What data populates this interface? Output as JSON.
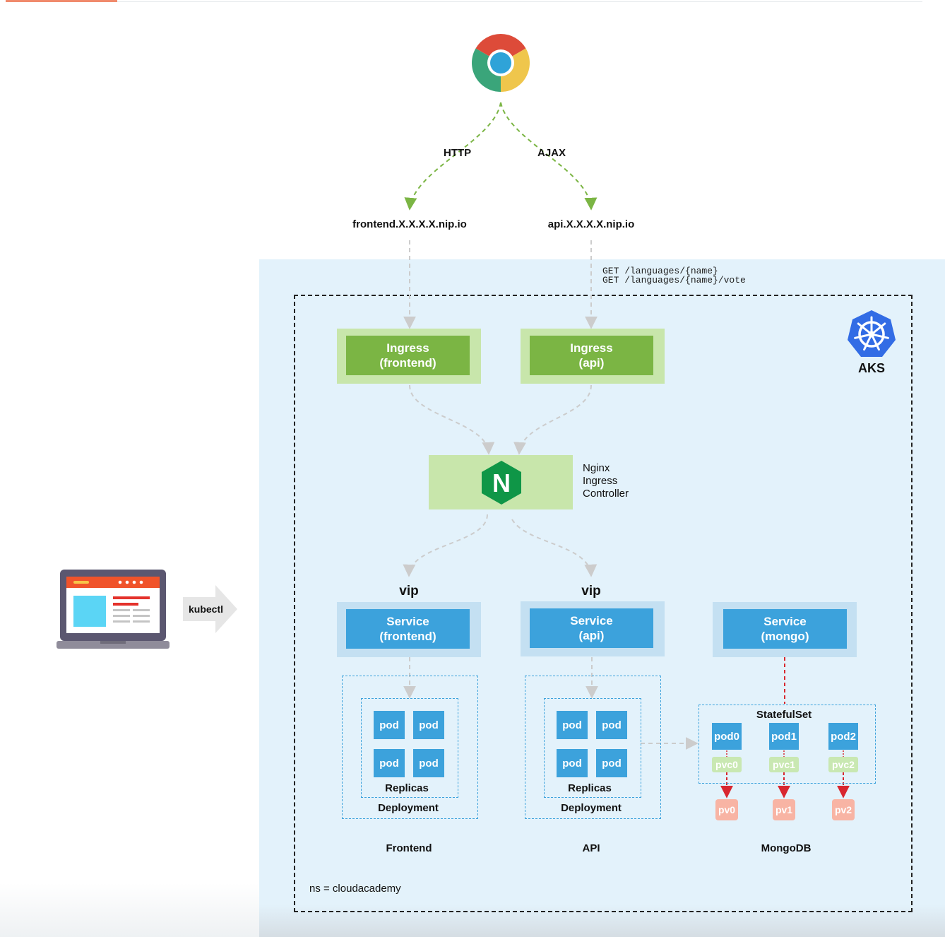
{
  "protocols": {
    "http": "HTTP",
    "ajax": "AJAX"
  },
  "hosts": {
    "frontend": "frontend.X.X.X.X.nip.io",
    "api": "api.X.X.X.X.nip.io"
  },
  "api_routes": [
    "GET /languages/{name}",
    "GET /languages/{name}/vote"
  ],
  "ingress": {
    "frontend": {
      "title": "Ingress",
      "sub": "(frontend)"
    },
    "api": {
      "title": "Ingress",
      "sub": "(api)"
    }
  },
  "aks": {
    "label": "AKS"
  },
  "nginx": {
    "letter": "N",
    "line1": "Nginx",
    "line2": "Ingress",
    "line3": "Controller"
  },
  "vip": {
    "frontend": "vip",
    "api": "vip"
  },
  "services": {
    "frontend": {
      "title": "Service",
      "sub": "(frontend)"
    },
    "api": {
      "title": "Service",
      "sub": "(api)"
    },
    "mongo": {
      "title": "Service",
      "sub": "(mongo)"
    }
  },
  "frontend_deploy": {
    "pods": [
      "pod",
      "pod",
      "pod",
      "pod"
    ],
    "replicas": "Replicas",
    "deployment": "Deployment"
  },
  "api_deploy": {
    "pods": [
      "pod",
      "pod",
      "pod",
      "pod"
    ],
    "replicas": "Replicas",
    "deployment": "Deployment"
  },
  "statefulset": {
    "label": "StatefulSet",
    "pods": [
      "pod0",
      "pod1",
      "pod2"
    ],
    "pvcs": [
      "pvc0",
      "pvc1",
      "pvc2"
    ],
    "pvs": [
      "pv0",
      "pv1",
      "pv2"
    ]
  },
  "sections": {
    "frontend": "Frontend",
    "api": "API",
    "mongodb": "MongoDB"
  },
  "namespace": "ns = cloudacademy",
  "kubectl": "kubectl",
  "colors": {
    "green_outer": "#c8e6ab",
    "green_inner": "#7bb544",
    "blue_outer": "#c4e0f2",
    "blue_inner": "#3ca2dc",
    "cluster_bg": "#e3f2fb",
    "arrow_green": "#7bb544",
    "arrow_red": "#d8262f",
    "nginx_green": "#0f9647",
    "k8s_blue": "#326ce5"
  },
  "icons": [
    "chrome-icon",
    "kubernetes-icon",
    "nginx-icon",
    "laptop-icon",
    "arrow-right-icon"
  ]
}
